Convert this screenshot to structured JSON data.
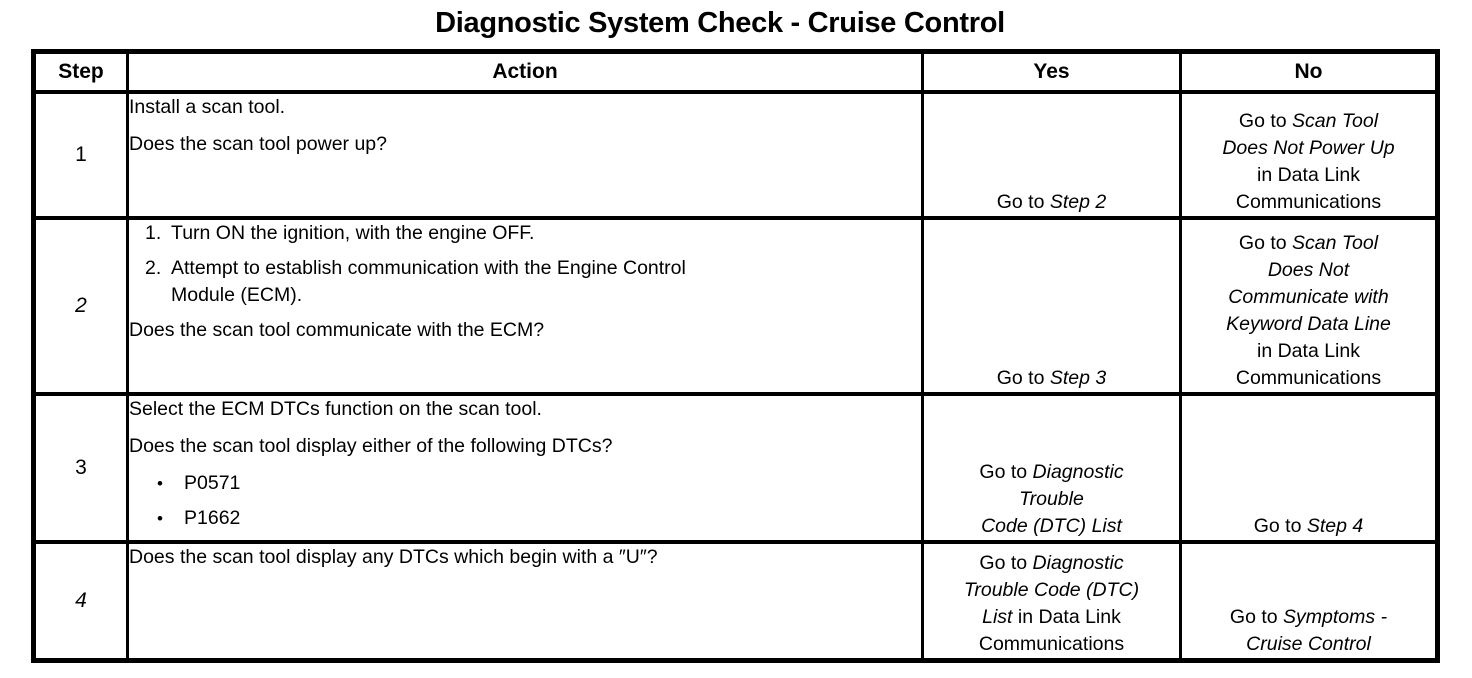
{
  "title": "Diagnostic System Check - Cruise Control",
  "colors": {
    "text": "#000000",
    "background": "#ffffff",
    "border": "#000000"
  },
  "table": {
    "headers": {
      "step": "Step",
      "action": "Action",
      "yes": "Yes",
      "no": "No"
    },
    "rows": [
      {
        "step": [
          {
            "text": "1",
            "italic": false
          }
        ],
        "action_lines": [
          {
            "type": "p",
            "text": "Install a scan tool."
          },
          {
            "type": "p",
            "text": "Does the scan tool power up?"
          }
        ],
        "yes": [
          {
            "text": "Go to ",
            "italic": false
          },
          {
            "text": "Step 2",
            "italic": true
          }
        ],
        "no": [
          {
            "text": "Go to ",
            "italic": false
          },
          {
            "text": "Scan Tool\nDoes Not Power Up\n",
            "italic": true
          },
          {
            "text": "in Data Link\nCommunications",
            "italic": false
          }
        ]
      },
      {
        "step": [
          {
            "text": "2",
            "italic": true
          }
        ],
        "action_lines": [
          {
            "type": "num",
            "marker": "1.",
            "text": "Turn ON the ignition, with the engine OFF."
          },
          {
            "type": "num",
            "marker": "2.",
            "text": "Attempt to establish communication with the Engine Control\nModule (ECM)."
          },
          {
            "type": "p",
            "text": "Does the scan tool communicate with the ECM?"
          }
        ],
        "yes": [
          {
            "text": "Go to ",
            "italic": false
          },
          {
            "text": "Step 3",
            "italic": true
          }
        ],
        "no": [
          {
            "text": "Go to ",
            "italic": false
          },
          {
            "text": "Scan Tool\nDoes Not\nCommunicate with\nKeyword Data Line\n",
            "italic": true
          },
          {
            "text": "in Data Link\nCommunications",
            "italic": false
          }
        ]
      },
      {
        "step": [
          {
            "text": "3",
            "italic": false
          }
        ],
        "action_lines": [
          {
            "type": "p",
            "text": "Select the ECM DTCs function on the scan tool."
          },
          {
            "type": "p",
            "text": "Does the scan tool display either of the following DTCs?"
          },
          {
            "type": "bullet",
            "marker": "•",
            "text": "P0571"
          },
          {
            "type": "bullet",
            "marker": "•",
            "text": "P1662"
          }
        ],
        "yes": [
          {
            "text": "Go to ",
            "italic": false
          },
          {
            "text": "Diagnostic\nTrouble\nCode (DTC) List",
            "italic": true
          }
        ],
        "no": [
          {
            "text": "Go to ",
            "italic": false
          },
          {
            "text": "Step 4",
            "italic": true
          }
        ]
      },
      {
        "step": [
          {
            "text": "4",
            "italic": true
          }
        ],
        "action_lines": [
          {
            "type": "p",
            "text": "Does the scan tool display any DTCs which begin with a ″U″?"
          }
        ],
        "yes": [
          {
            "text": "Go to ",
            "italic": false
          },
          {
            "text": "Diagnostic\nTrouble Code (DTC)\nList",
            "italic": true
          },
          {
            "text": " in Data Link\nCommunications",
            "italic": false
          }
        ],
        "no": [
          {
            "text": "Go to ",
            "italic": false
          },
          {
            "text": "Symptoms -\nCruise Control",
            "italic": true
          }
        ]
      }
    ]
  }
}
